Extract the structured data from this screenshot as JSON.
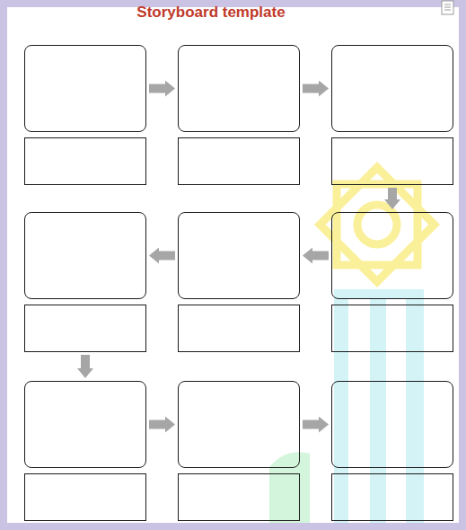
{
  "diagram": {
    "title": "Storyboard template",
    "nodes": [
      {
        "text": []
      },
      {
        "text": []
      },
      {
        "text": []
      },
      {
        "text": []
      },
      {
        "text": []
      },
      {
        "text": []
      },
      {
        "text": []
      },
      {
        "text": []
      },
      {
        "text": []
      }
    ],
    "edges": [
      {
        "from": 0,
        "to": 1,
        "arrow": "to"
      },
      {
        "from": 1,
        "to": 2,
        "arrow": "to"
      },
      {
        "from": 2,
        "to": 5,
        "arrow": "to"
      },
      {
        "from": 5,
        "to": 4,
        "arrow": "to"
      },
      {
        "from": 4,
        "to": 3,
        "arrow": "to"
      },
      {
        "from": 3,
        "to": 6,
        "arrow": "to"
      },
      {
        "from": 6,
        "to": 7,
        "arrow": "to"
      },
      {
        "from": 7,
        "to": 8,
        "arrow": "to"
      }
    ]
  }
}
